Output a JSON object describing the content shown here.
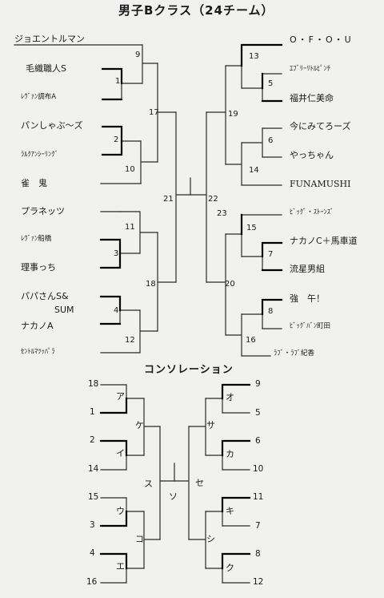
{
  "title": "男子Bクラス（24チーム）",
  "left_teams": [
    "ジョエントルマン",
    "毛織職人S",
    "ﾚｳﾞｧﾝ調布A",
    "パンしゃぶ～ズ",
    "ﾗﾙｸｱﾝｼｰﾘﾝｸﾞ",
    "雀　鬼",
    "プラネッツ",
    "ﾚｳﾞｧﾝ船橋",
    "理事っち",
    "パパさんS&",
    "SUM",
    "ナカノA",
    "ｾﾝﾄﾙﾏﾂｯﾊﾟﾗ"
  ],
  "right_teams": [
    "O・F・O・U",
    "ｴﾌﾞﾘｰﾘﾄﾙﾋﾟﾝﾁ",
    "福井仁美命",
    "今にみてろーズ",
    "やっちゃん",
    "FUNAMUSHI",
    "ﾋﾞｯｸﾞ・ｽﾄｰﾝｽﾞ",
    "ナカノC＋馬車道",
    "流星男組",
    "強　午！",
    "ﾋﾞｯｸﾞﾊﾞﾝ町田",
    "ﾗﾌﾞ・ﾗﾌﾞ紀香"
  ],
  "match_numbers": {
    "m1": "1",
    "m2": "2",
    "m3": "3",
    "m4": "4",
    "m5": "5",
    "m6": "6",
    "m7": "7",
    "m8": "8",
    "m9": "9",
    "m10": "10",
    "m11": "11",
    "m12": "12",
    "m13": "13",
    "m14": "14",
    "m15": "15",
    "m16": "16",
    "m17": "17",
    "m18": "18",
    "m19": "19",
    "m20": "20",
    "m21": "21",
    "m22": "22",
    "m23": "23"
  },
  "consolation": {
    "title": "コンソレーション",
    "left_seeds": [
      "18",
      "1",
      "2",
      "14",
      "15",
      "3",
      "4",
      "16"
    ],
    "right_seeds": [
      "9",
      "5",
      "6",
      "10",
      "11",
      "7",
      "8",
      "12"
    ],
    "labels": {
      "a": "ア",
      "i": "イ",
      "u": "ウ",
      "e": "エ",
      "o": "オ",
      "ka": "カ",
      "ki": "キ",
      "ku": "ク",
      "ke": "ケ",
      "ko": "コ",
      "sa": "サ",
      "shi": "シ",
      "su": "ス",
      "se": "セ",
      "so": "ソ"
    }
  }
}
